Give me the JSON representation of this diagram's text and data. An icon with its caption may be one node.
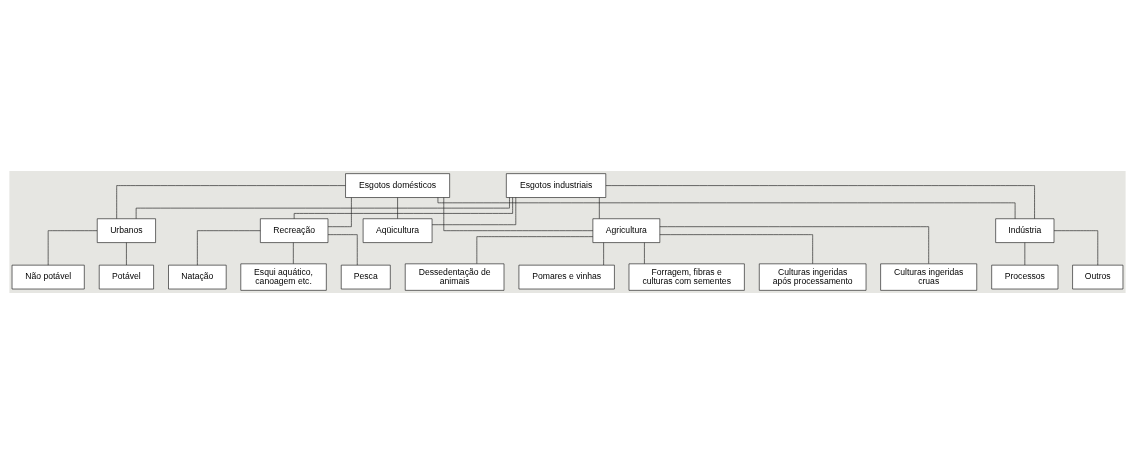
{
  "diagram": {
    "nodes": [
      {
        "text": [
          "Esgotos domésticos"
        ]
      },
      {
        "text": [
          "Esgotos industriais"
        ]
      },
      {
        "text": [
          "Urbanos"
        ]
      },
      {
        "text": [
          "Recreação"
        ]
      },
      {
        "text": [
          "Aqüicultura"
        ]
      },
      {
        "text": [
          "Agricultura"
        ]
      },
      {
        "text": [
          "Indústria"
        ]
      },
      {
        "text": [
          "Não potável"
        ]
      },
      {
        "text": [
          "Potável"
        ]
      },
      {
        "text": [
          "Processos"
        ]
      },
      {
        "text": [
          "Outros"
        ]
      },
      {
        "text": [
          "Natação"
        ]
      },
      {
        "text": [
          "Esqui aquático, canoagem etc."
        ]
      },
      {
        "text": [
          "Pesca"
        ]
      },
      {
        "text": [
          "Dessedentação de animais"
        ]
      },
      {
        "text": [
          "Pomares e vinhas"
        ]
      },
      {
        "text": [
          "Forragem, fibras e culturas com sementes"
        ]
      },
      {
        "text": [
          "Culturas ingeridas após processamento"
        ]
      },
      {
        "text": [
          "Culturas ingeridas cruas"
        ]
      }
    ],
    "edges": [
      {
        "from": 0,
        "to": 2,
        "arrow": "none"
      },
      {
        "from": 0,
        "to": 3,
        "arrow": "none"
      },
      {
        "from": 0,
        "to": 4,
        "arrow": "none"
      },
      {
        "from": 0,
        "to": 5,
        "arrow": "none"
      },
      {
        "from": 0,
        "to": 6,
        "arrow": "none"
      },
      {
        "from": 1,
        "to": 2,
        "arrow": "none"
      },
      {
        "from": 1,
        "to": 3,
        "arrow": "none"
      },
      {
        "from": 1,
        "to": 4,
        "arrow": "none"
      },
      {
        "from": 1,
        "to": 5,
        "arrow": "none"
      },
      {
        "from": 1,
        "to": 6,
        "arrow": "none"
      },
      {
        "from": 2,
        "to": 7,
        "arrow": "none"
      },
      {
        "from": 2,
        "to": 8,
        "arrow": "none"
      },
      {
        "from": 6,
        "to": 9,
        "arrow": "none"
      },
      {
        "from": 6,
        "to": 10,
        "arrow": "none"
      },
      {
        "from": 3,
        "to": 11,
        "arrow": "none"
      },
      {
        "from": 3,
        "to": 12,
        "arrow": "none"
      },
      {
        "from": 3,
        "to": 13,
        "arrow": "none"
      },
      {
        "from": 5,
        "to": 14,
        "arrow": "none"
      },
      {
        "from": 5,
        "to": 15,
        "arrow": "none"
      },
      {
        "from": 5,
        "to": 16,
        "arrow": "none"
      },
      {
        "from": 5,
        "to": 17,
        "arrow": "none"
      },
      {
        "from": 5,
        "to": 18,
        "arrow": "none"
      }
    ]
  }
}
